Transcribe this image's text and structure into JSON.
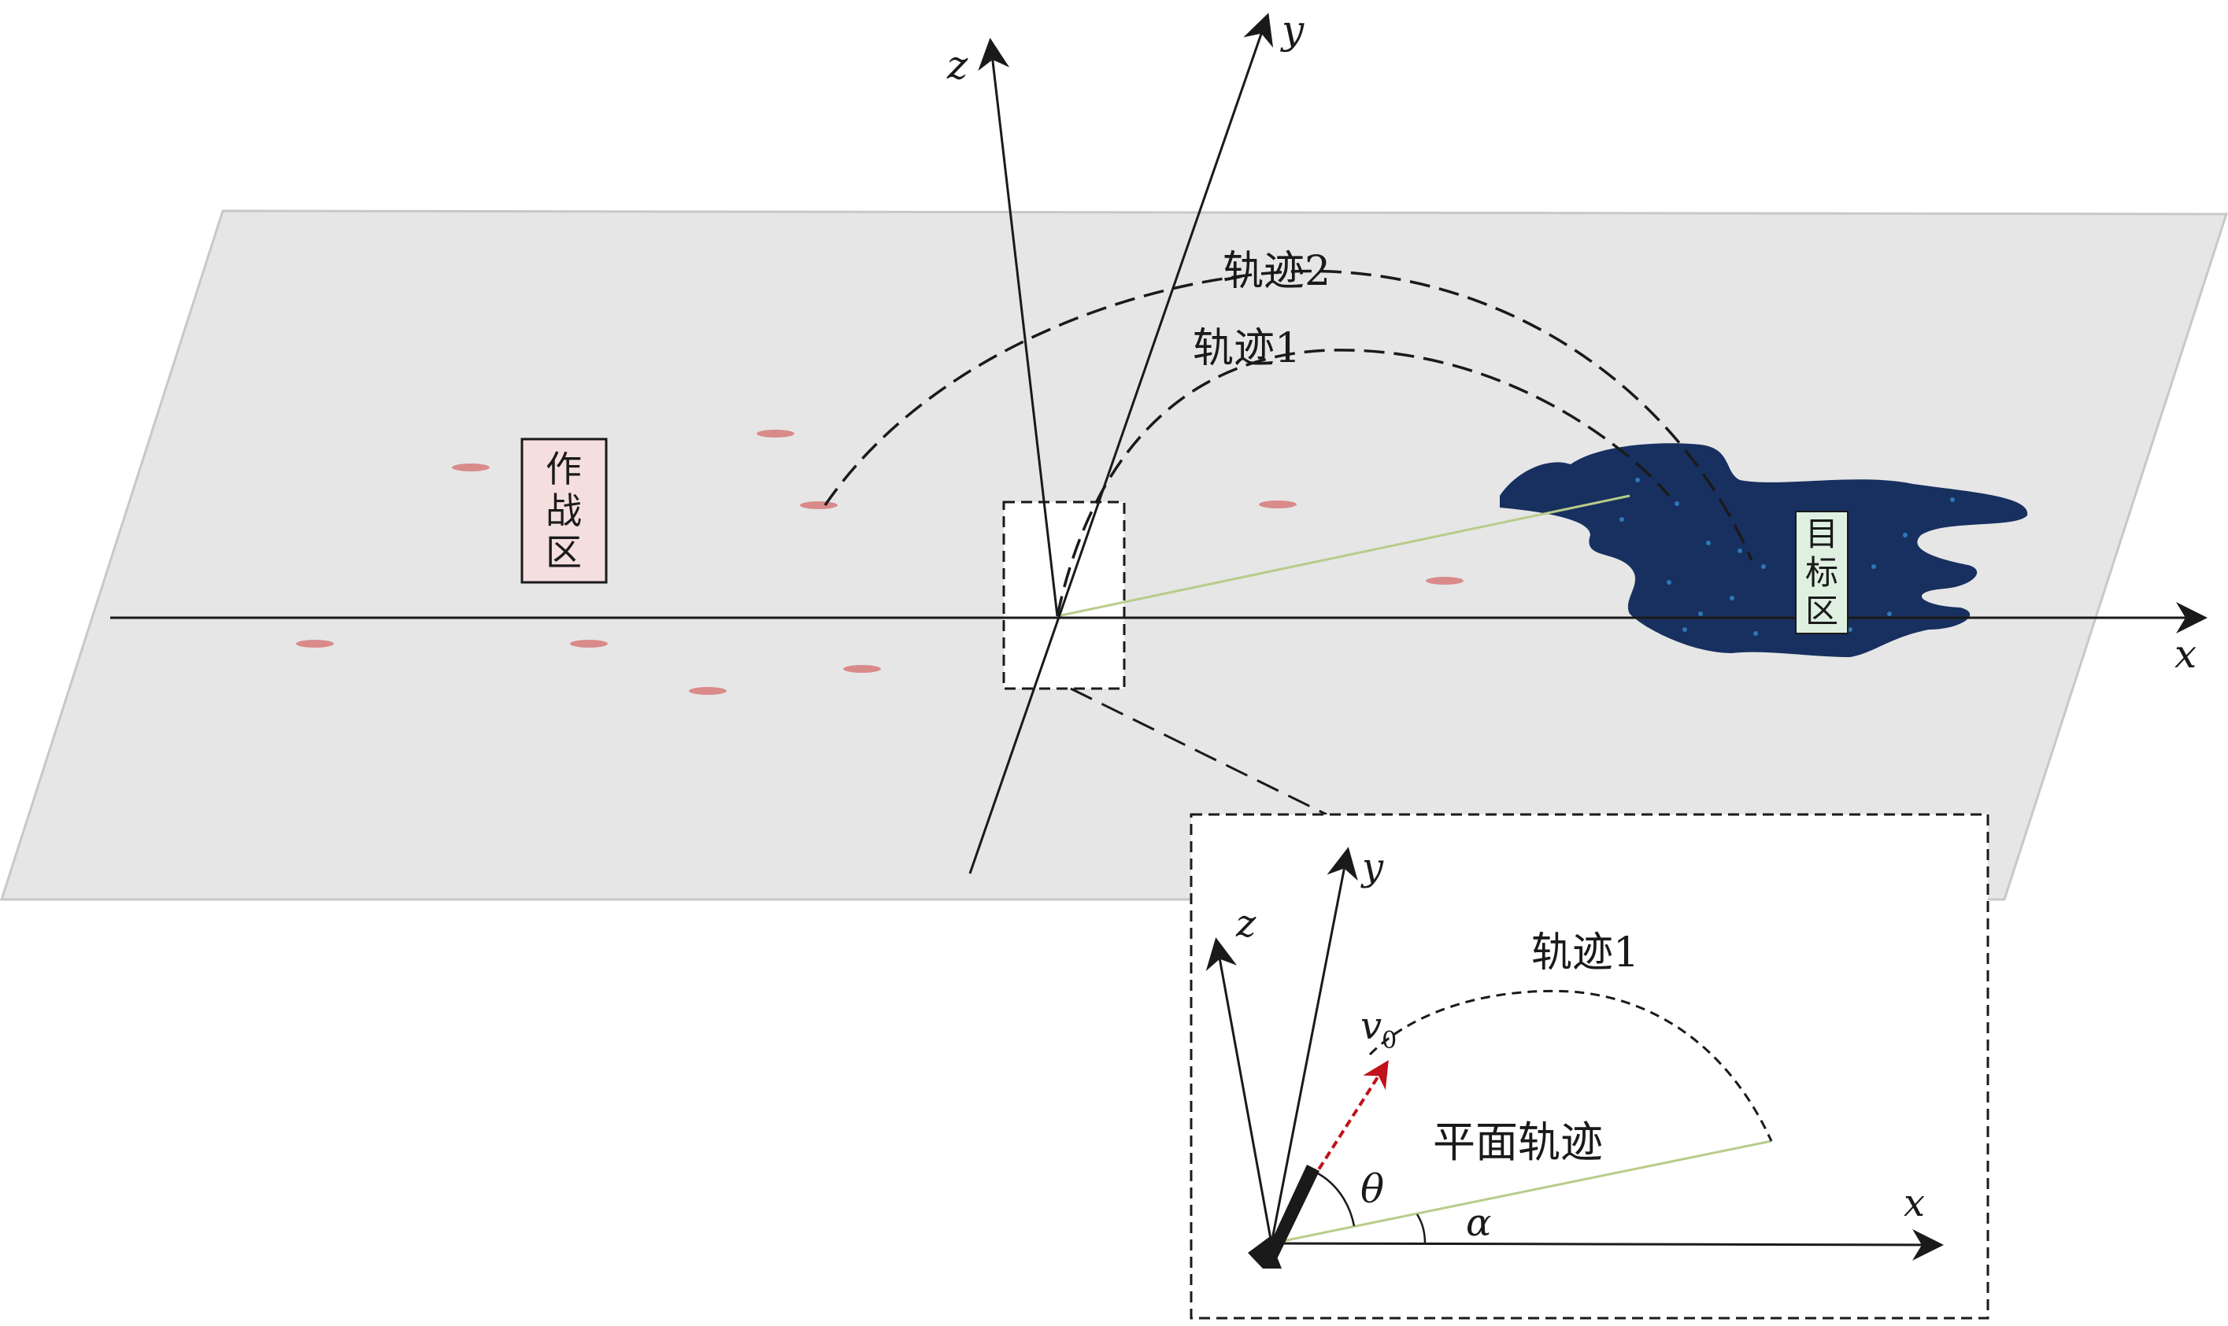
{
  "main_axes": {
    "x": "x",
    "y": "y",
    "z": "z"
  },
  "trajectories": {
    "t1": "轨迹1",
    "t2": "轨迹2"
  },
  "operation_area": {
    "chars": [
      "作",
      "战",
      "区"
    ]
  },
  "target_area": {
    "chars": [
      "目",
      "标",
      "区"
    ]
  },
  "inset": {
    "axes": {
      "x": "x",
      "y": "y",
      "z": "z"
    },
    "trajectory": "轨迹1",
    "plane_trajectory": "平面轨迹",
    "velocity": {
      "symbol": "v",
      "subscript": "0"
    },
    "theta": "θ",
    "alpha": "α"
  },
  "colors": {
    "plane": "#e6e6e6",
    "plane_edge": "#c8c8c8",
    "target": "#17305f",
    "target_dots": "#2e77b8",
    "ground_track": "#b8cc8a",
    "velocity": "#c0121a",
    "op_label_bg": "#f4dede",
    "target_label_bg": "#dff0e0",
    "markers": "#d98a8a"
  }
}
